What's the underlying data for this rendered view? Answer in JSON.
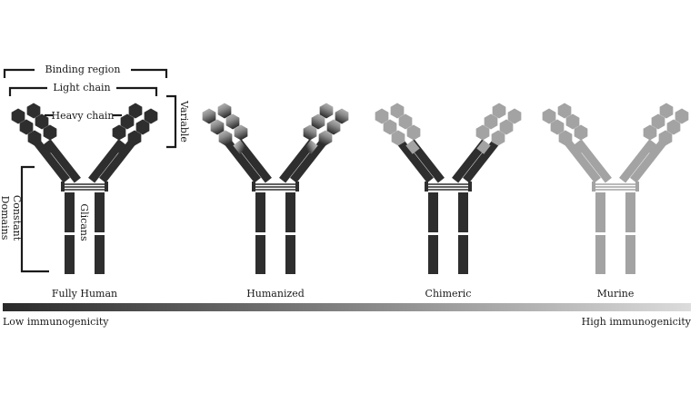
{
  "labels": {
    "binding_region": "Binding region",
    "light_chain": "Light chain",
    "heavy_chain": "Heavy chain",
    "variable": "Variable",
    "constant_domains_line1": "Constant",
    "constant_domains_line2": "Domains",
    "glicans": "Glicans"
  },
  "antibodies": [
    {
      "name": "Fully Human",
      "variable_style": "dark",
      "constant_color": "#2e2e2e"
    },
    {
      "name": "Humanized",
      "variable_style": "gradient",
      "constant_color": "#2e2e2e"
    },
    {
      "name": "Chimeric",
      "variable_style": "light",
      "constant_color": "#2e2e2e"
    },
    {
      "name": "Murine",
      "variable_style": "light",
      "constant_color": "#a3a3a3"
    }
  ],
  "scale": {
    "low_label": "Low immunogenicity",
    "high_label": "High immunogenicity",
    "gradient_start": "#2a2a2a",
    "gradient_end": "#dcdcdc"
  },
  "colors": {
    "dark": "#2e2e2e",
    "light": "#a3a3a3",
    "bracket": "#1a1a1a"
  }
}
